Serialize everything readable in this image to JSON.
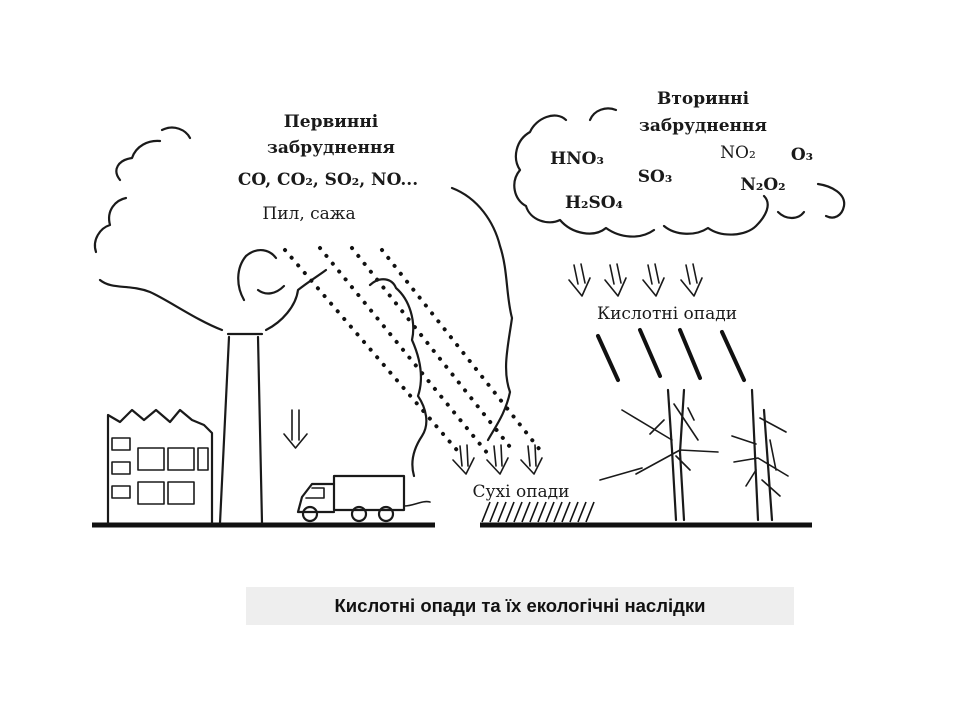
{
  "labels": {
    "primary_title_1": "Первинні",
    "primary_title_2": "забруднення",
    "primary_gases": "CO, CO₂, SO₂, NO...",
    "dust": "Пил, сажа",
    "secondary_title_1": "Вторинні",
    "secondary_title_2": "забруднення",
    "hno3": "HNO₃",
    "so3": "SO₃",
    "h2so4": "H₂SO₄",
    "no2": "NO₂",
    "o3": "O₃",
    "n2o2": "N₂O₂",
    "acid_rain": "Кислотні опади",
    "dry_deposition": "Сухі опади"
  },
  "caption": "Кислотні опади та їх екологічні наслідки"
}
